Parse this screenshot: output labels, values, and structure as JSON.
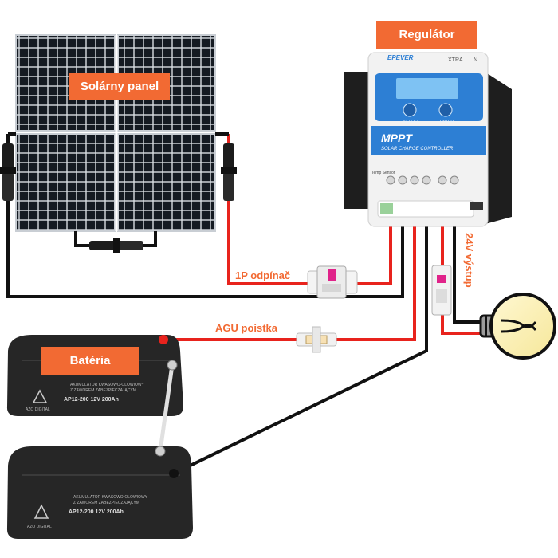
{
  "labels": {
    "solar_panel": "Solárny panel",
    "regulator": "Regulátor",
    "battery": "Batéria",
    "disconnector": "1P odpínač",
    "fuse": "AGU poistka",
    "output": "24V výstup"
  },
  "controller": {
    "brand": "EPEVER",
    "model": "XTRA",
    "model_suffix": "N",
    "mppt_title": "MPPT",
    "mppt_subtitle": "SOLAR CHARGE CONTROLLER",
    "button_left": "SELECT",
    "button_right": "ENTER",
    "temp_sensor": "Temp Sensor"
  },
  "battery": {
    "title_line1": "AKUMULATOR KWASOWO-OLOWIOWY",
    "title_line2": "Z ZAWOREM ZABEZPIECZAJĄCYM",
    "model": "AP12-200 12V 200Ah",
    "brand": "AZO DIGITAL"
  },
  "colors": {
    "accent": "#f26a33",
    "positive_wire": "#e8231d",
    "negative_wire": "#111111",
    "controller_blue": "#2d7fd4"
  }
}
